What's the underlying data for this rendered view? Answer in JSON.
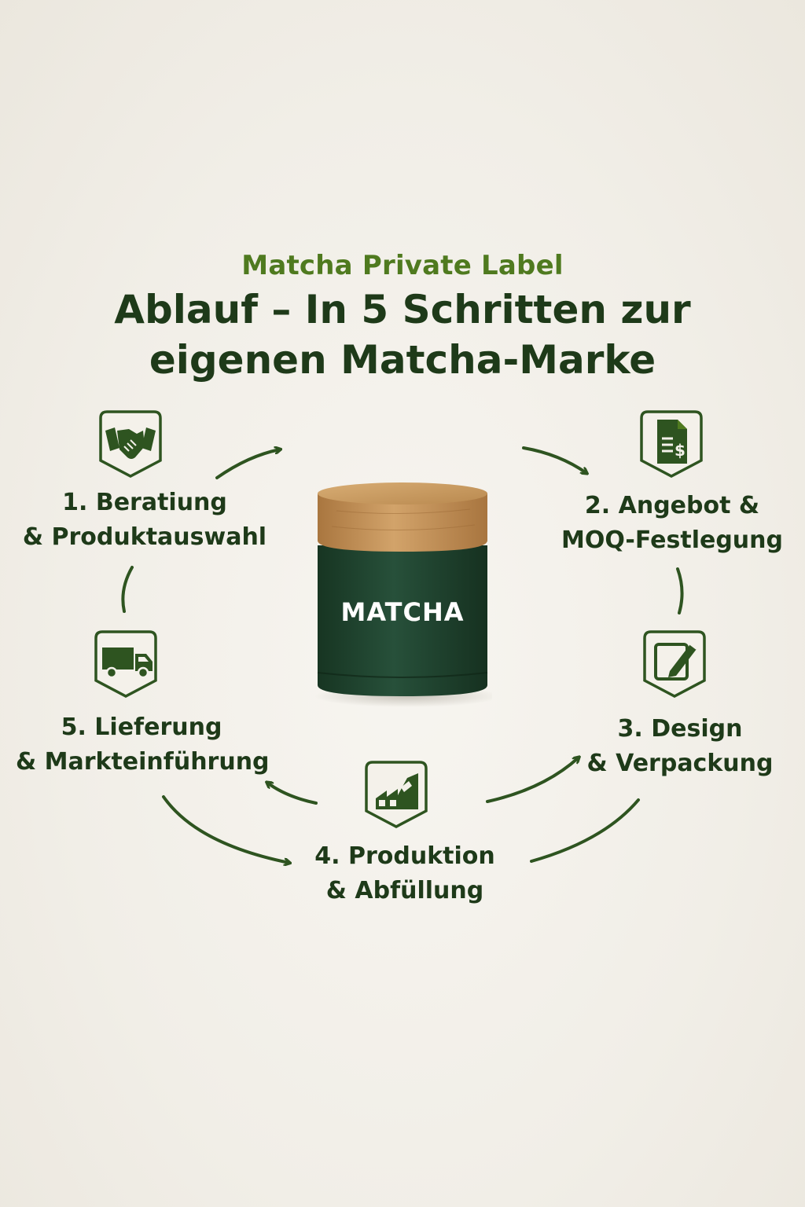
{
  "header": {
    "eyebrow": "Matcha Private Label",
    "title_line1": "Ablauf – In 5 Schritten zur",
    "title_line2": "eigenen Matcha-Marke"
  },
  "product": {
    "jar_label": "MATCHA"
  },
  "steps": [
    {
      "line1": "1. Beratiung",
      "line2": "& Produktauswahl",
      "icon": "handshake-icon"
    },
    {
      "line1": "2. Angebot &",
      "line2": "MOQ-Festlegung",
      "icon": "document-dollar-icon"
    },
    {
      "line1": "3. Design",
      "line2": "& Verpackung",
      "icon": "edit-pencil-icon"
    },
    {
      "line1": "4. Produktion",
      "line2": "& Abfüllung",
      "icon": "factory-fill-icon"
    },
    {
      "line1": "5. Lieferung",
      "line2": "& Markteinführung",
      "icon": "truck-icon"
    }
  ],
  "colors": {
    "primary_green": "#2e5420",
    "accent_green": "#4f7a1f",
    "jar_green": "#21472b",
    "lid_wood": "#c49460",
    "background": "#f3f0ea"
  }
}
